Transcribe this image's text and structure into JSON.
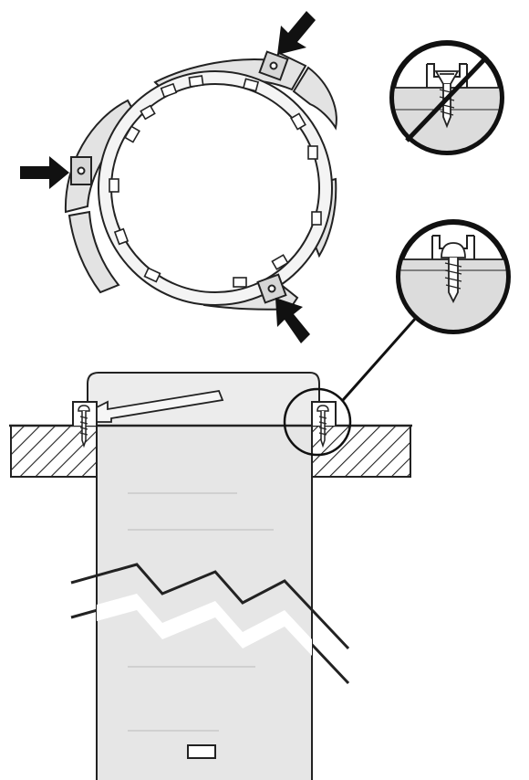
{
  "diagram": {
    "mounting_ring": {
      "screw_tabs": 3,
      "arrows_pointing_to_tabs": 3
    },
    "callouts": [
      {
        "id": "countersunk-screw",
        "status": "incorrect",
        "mark": "crossed-out"
      },
      {
        "id": "pan-head-screw",
        "status": "correct",
        "mark": "none"
      }
    ],
    "cross_section": {
      "ring_screws_visible": 2,
      "break_in_product": true
    },
    "colors": {
      "line": "#222222",
      "fill_light": "#e9e9e9",
      "fill_mid": "#d6d6d6",
      "background": "#ffffff"
    }
  }
}
